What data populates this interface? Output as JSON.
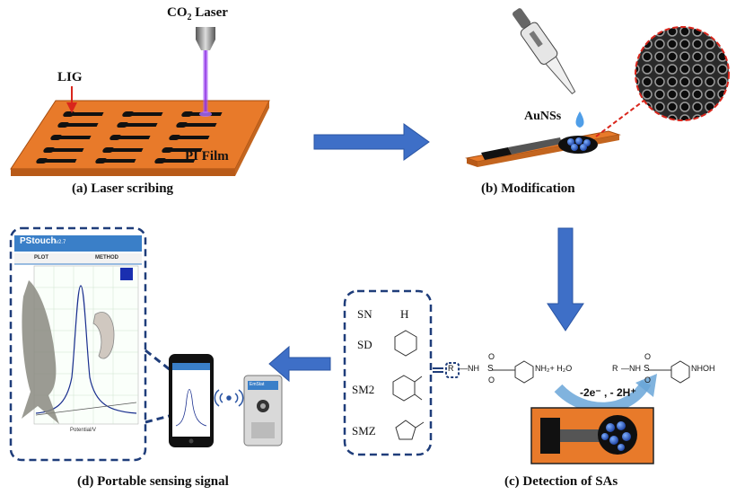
{
  "panel_a": {
    "laser_label_main": "CO",
    "laser_label_sub": "2",
    "laser_label_rest": " Laser",
    "lig_label": "LIG",
    "film_label": "PI Film",
    "caption": "(a) Laser scribing"
  },
  "panel_b": {
    "particles_label": "AuNSs",
    "caption": "(b) Modification"
  },
  "panel_c": {
    "caption": "(c) Detection of SAs",
    "sa_names": [
      "SN",
      "SD",
      "SM2",
      "SMZ"
    ],
    "sn_substituent": "H",
    "reaction_conditions": "-2e⁻ , - 2H⁺",
    "reactant_r": "R",
    "reactant_nh": "—NH",
    "reactant_nh2": "NH₂+ H₂O",
    "product_r": "R",
    "product_nh": "—NH",
    "product_nhoh": "NHOH",
    "sulfonyl_s": "S",
    "sulfonyl_o": "O"
  },
  "panel_d": {
    "caption": "(d) Portable sensing signal",
    "app_name": "PStouch",
    "app_version": "v2.7",
    "tab_plot": "PLOT",
    "tab_method": "METHOD",
    "axis_x_label": "Potential/V",
    "device_brand": "EmStat"
  },
  "colors": {
    "orange": "#e87a2a",
    "arrow_blue": "#3e6fc7",
    "dashed_navy": "#1f3d7a",
    "laser_purple": "#8b2be2"
  }
}
